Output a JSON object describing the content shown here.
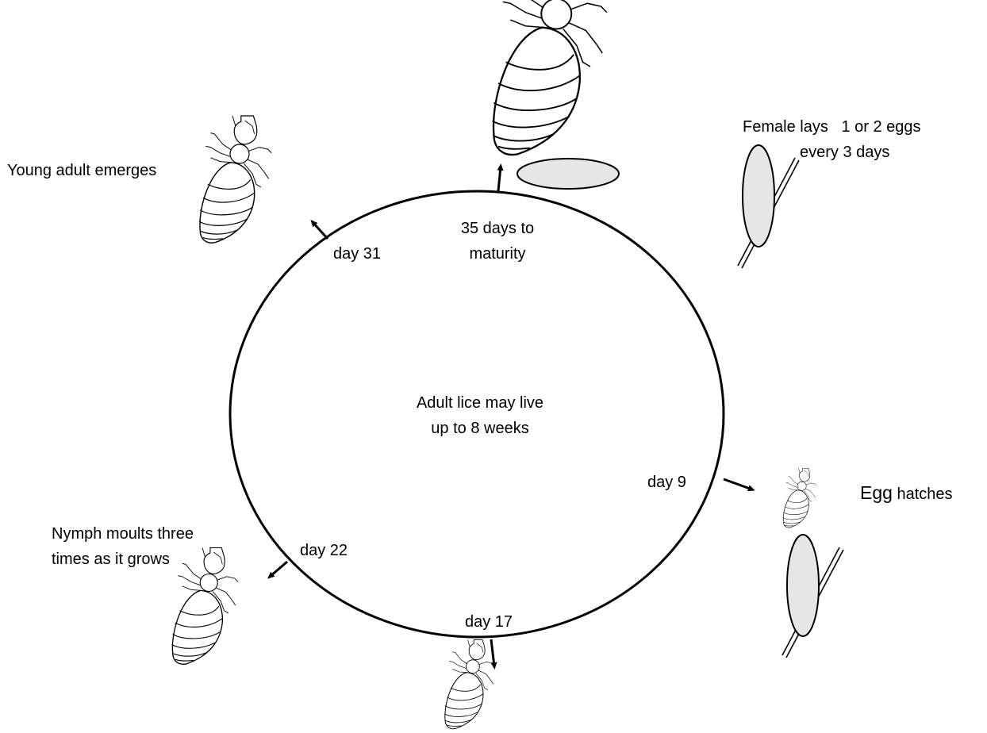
{
  "diagram": {
    "center_text": [
      "Adult lice may live",
      "up to 8 weeks"
    ],
    "maturity_text": [
      "35 days to",
      "maturity"
    ],
    "stages": {
      "female_lays": [
        "Female lays   1 or 2 eggs",
        "every 3 days"
      ],
      "egg_hatches": {
        "big": "Egg",
        "small": " hatches"
      },
      "nymph_moults": [
        "Nymph moults three",
        "times as it grows"
      ],
      "young_adult": "Young adult emerges"
    },
    "day_labels": {
      "day9": "day 9",
      "day17": "day 17",
      "day22": "day 22",
      "day31": "day 31"
    },
    "colors": {
      "ink": "#000000",
      "egg_fill": "#e6e6e6",
      "background": "#ffffff"
    },
    "icons": [
      "louse-icon",
      "egg-icon",
      "hair-strand-icon",
      "arrow-icon"
    ]
  }
}
